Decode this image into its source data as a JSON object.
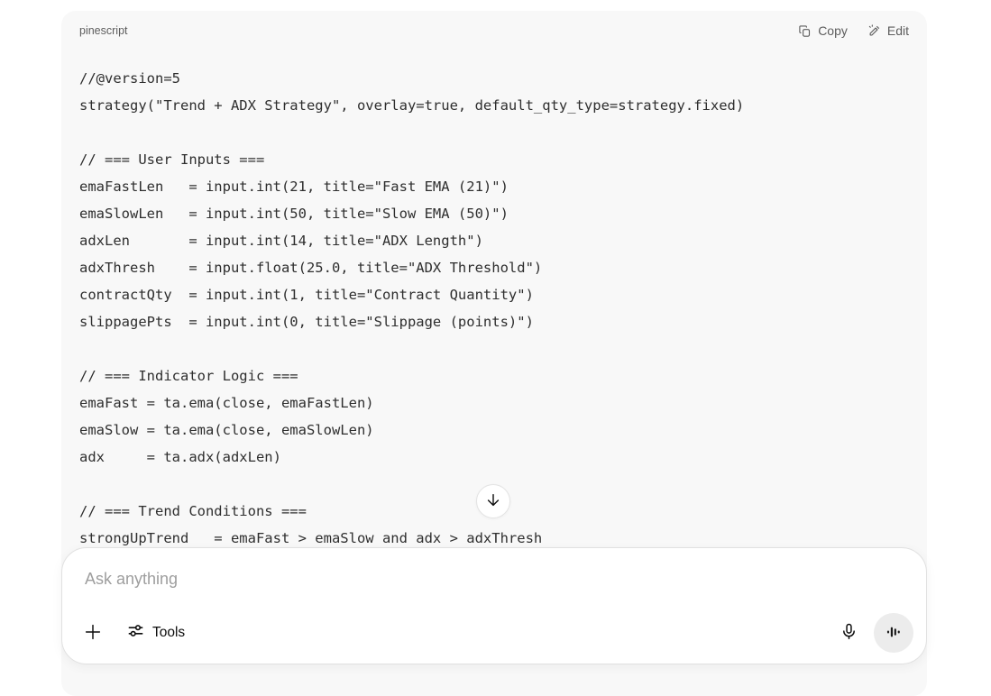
{
  "code_block": {
    "language_label": "pinescript",
    "actions": {
      "copy_label": "Copy",
      "edit_label": "Edit"
    },
    "lines": [
      "//@version=5",
      "strategy(\"Trend + ADX Strategy\", overlay=true, default_qty_type=strategy.fixed)",
      "",
      "// === User Inputs ===",
      "emaFastLen   = input.int(21, title=\"Fast EMA (21)\")",
      "emaSlowLen   = input.int(50, title=\"Slow EMA (50)\")",
      "adxLen       = input.int(14, title=\"ADX Length\")",
      "adxThresh    = input.float(25.0, title=\"ADX Threshold\")",
      "contractQty  = input.int(1, title=\"Contract Quantity\")",
      "slippagePts  = input.int(0, title=\"Slippage (points)\")",
      "",
      "// === Indicator Logic ===",
      "emaFast = ta.ema(close, emaFastLen)",
      "emaSlow = ta.ema(close, emaSlowLen)",
      "adx     = ta.adx(adxLen)",
      "",
      "// === Trend Conditions ===",
      "strongUpTrend   = emaFast > emaSlow and adx > adxThresh"
    ]
  },
  "scroll_button": {
    "icon": "arrow-down-icon"
  },
  "composer": {
    "placeholder": "Ask anything",
    "tools_label": "Tools",
    "icons": {
      "add": "plus-icon",
      "tools": "sliders-icon",
      "dictate": "microphone-icon",
      "voice_mode": "voice-waveform-icon"
    }
  },
  "colors": {
    "page_bg": "#ffffff",
    "code_block_bg": "#f8f8f8",
    "code_text": "#2e2e2e",
    "secondary_text": "#5d5d5d",
    "placeholder_text": "#9e9e9e",
    "primary_text": "#0d0d0d",
    "voice_button_bg": "#ececec",
    "border": "#e1e1e1"
  }
}
